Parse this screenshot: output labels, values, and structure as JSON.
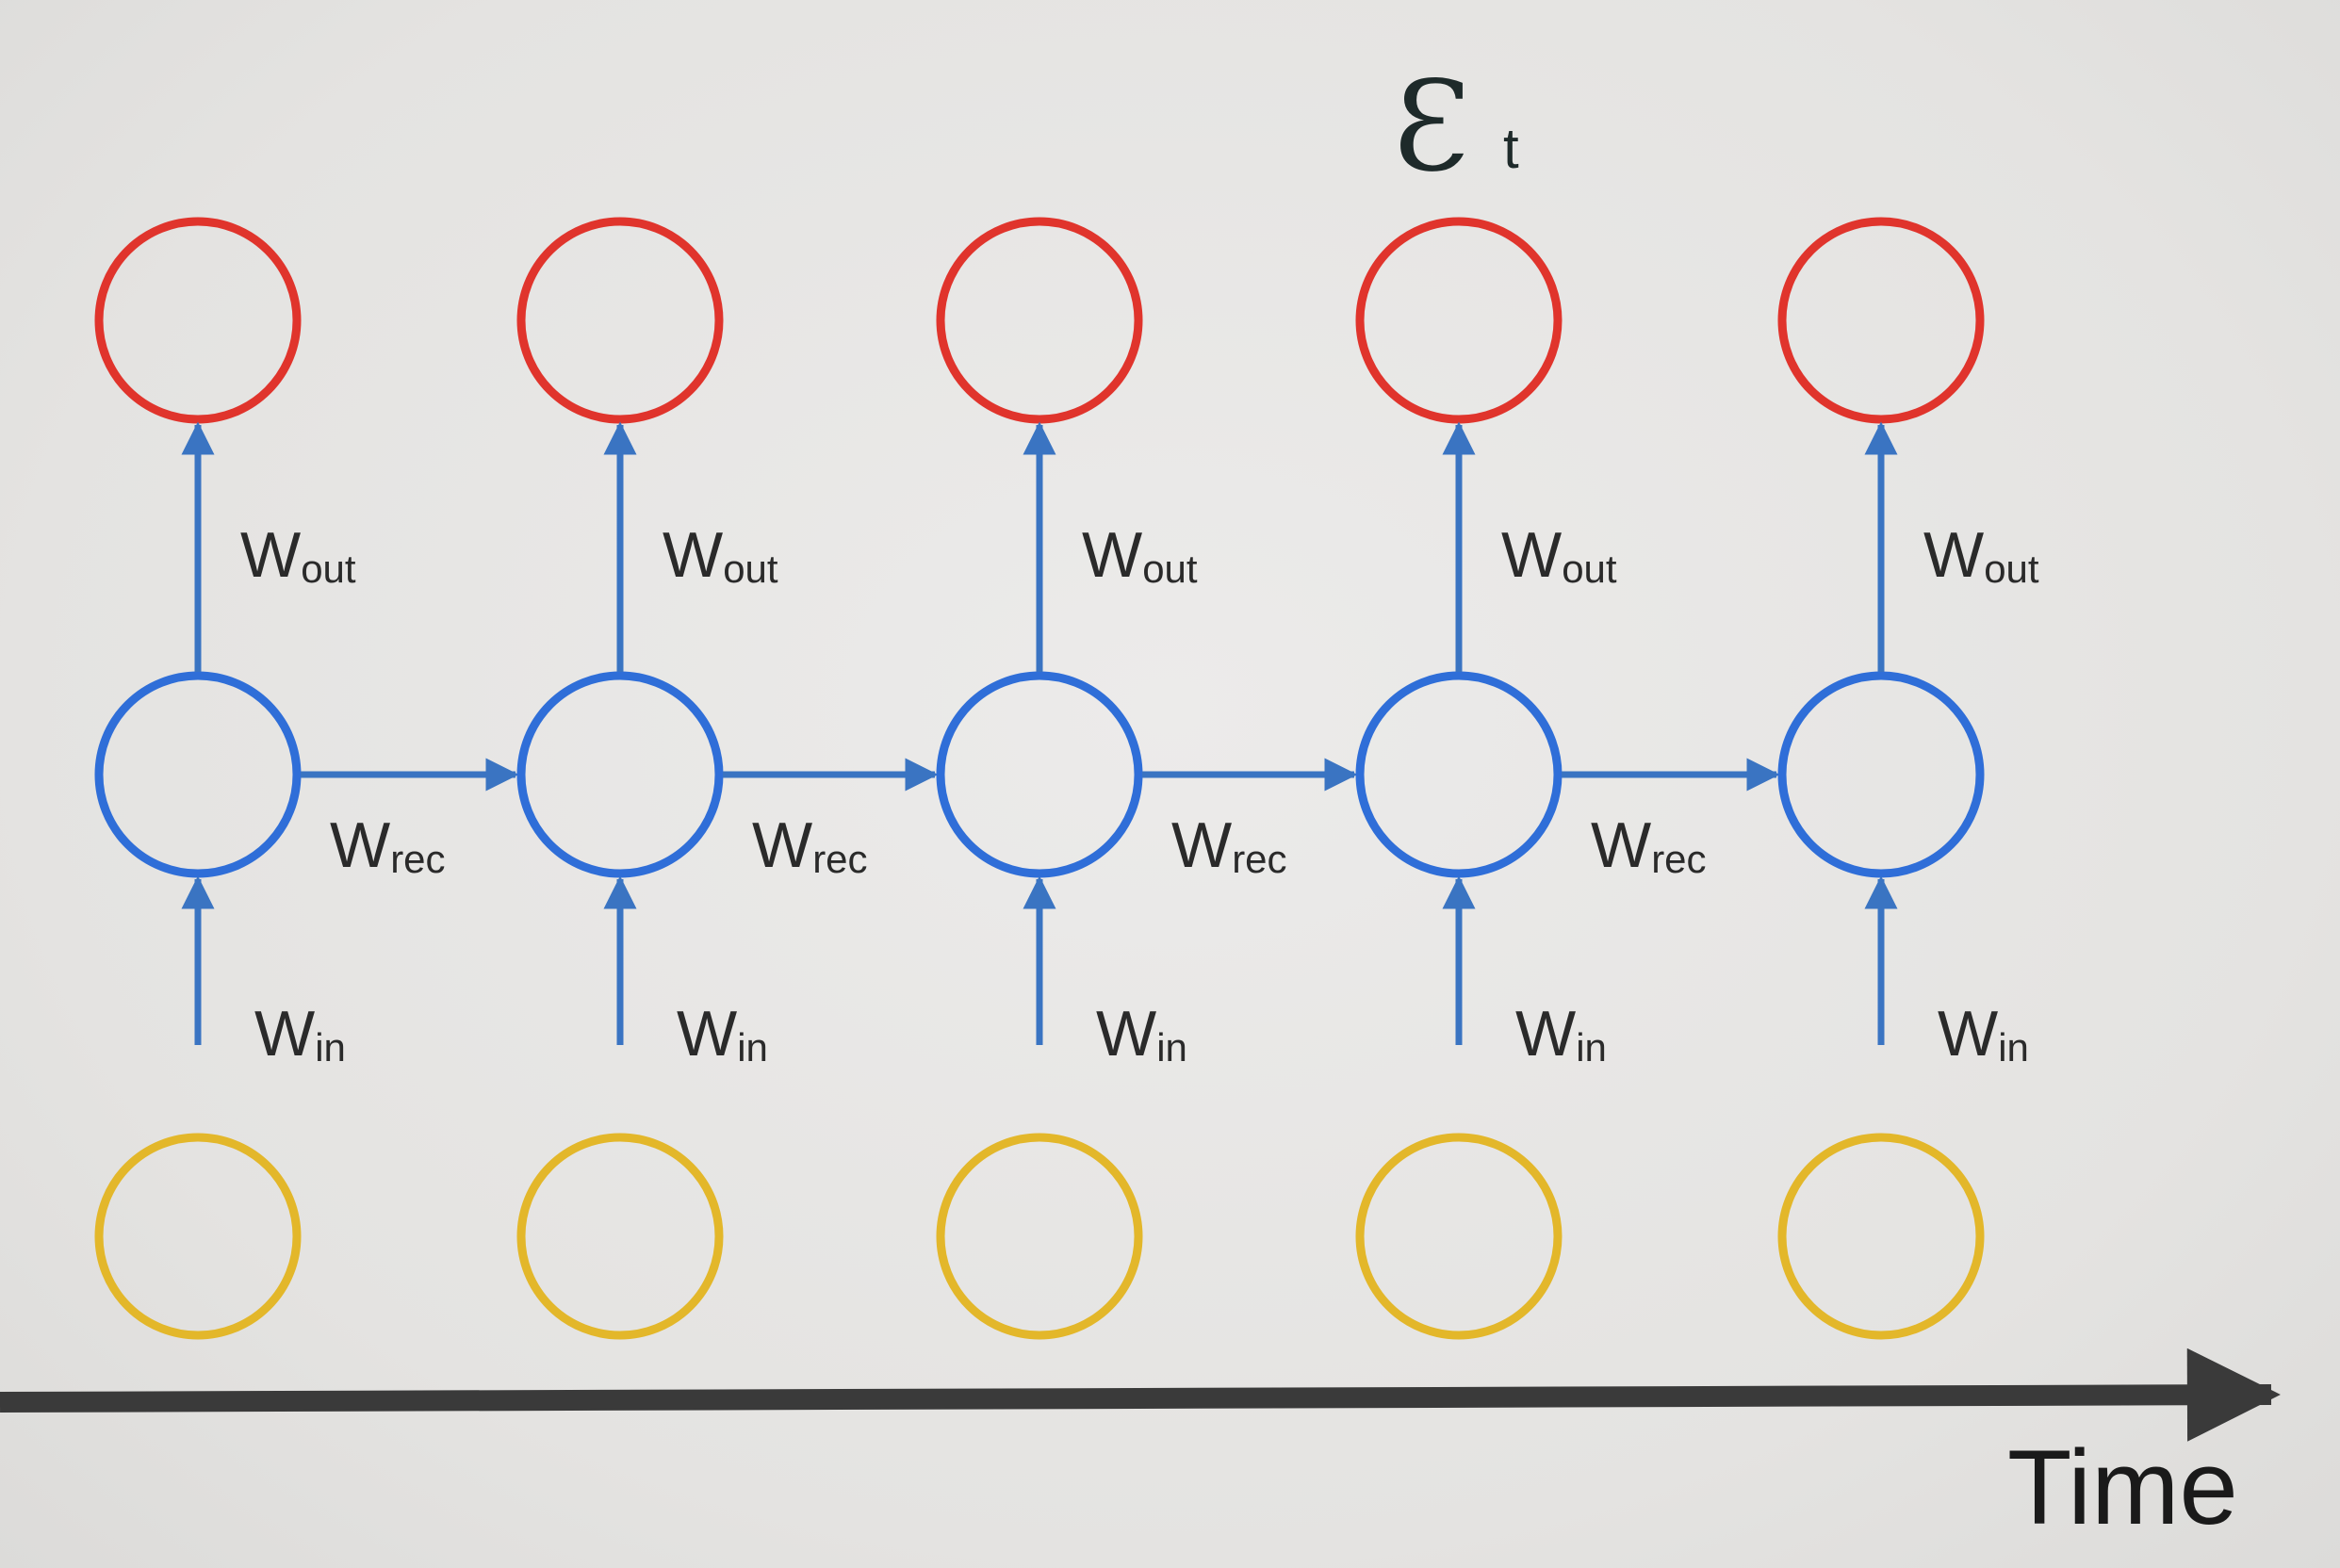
{
  "diagram": {
    "error_symbol": "Ɛ",
    "error_subscript": "t",
    "time_label": "Time",
    "columns": [
      {
        "out_w": "W",
        "out_sub": "out",
        "rec_w": "W",
        "rec_sub": "rec",
        "in_w": "W",
        "in_sub": "in"
      },
      {
        "out_w": "W",
        "out_sub": "out",
        "rec_w": "W",
        "rec_sub": "rec",
        "in_w": "W",
        "in_sub": "in"
      },
      {
        "out_w": "W",
        "out_sub": "out",
        "rec_w": "W",
        "rec_sub": "rec",
        "in_w": "W",
        "in_sub": "in"
      },
      {
        "out_w": "W",
        "out_sub": "out",
        "rec_w": "W",
        "rec_sub": "rec",
        "in_w": "W",
        "in_sub": "in"
      },
      {
        "out_w": "W",
        "out_sub": "out",
        "in_w": "W",
        "in_sub": "in"
      }
    ],
    "colors": {
      "output_node": "#e0342c",
      "hidden_node": "#2f6ed8",
      "input_node": "#e3b72a",
      "forward_arrow": "#3a74c2",
      "backprop_arrow": "#5a2bb0",
      "time_axis": "#3a3a3a"
    }
  }
}
